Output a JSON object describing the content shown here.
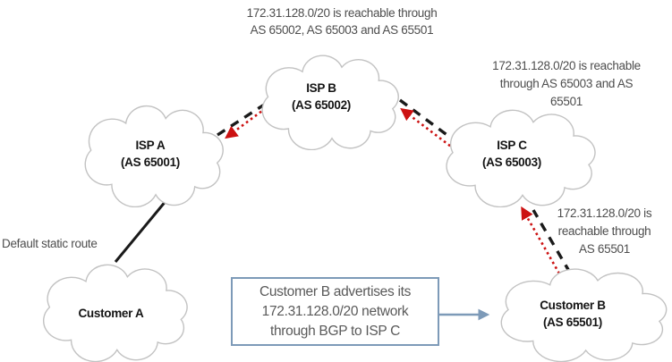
{
  "diagram": {
    "annotations": {
      "top": "172.31.128.0/20 is reachable through\nAS 65002, AS 65003 and AS 65501",
      "isp_c_side": "172.31.128.0/20 is reachable\nthrough AS 65003 and AS\n65501",
      "customer_b_side": "172.31.128.0/20 is\nreachable through\nAS 65501",
      "default_static_route": "Default static route"
    },
    "clouds": {
      "isp_a": {
        "label": "ISP A\n(AS 65001)"
      },
      "isp_b": {
        "label": "ISP B\n(AS 65002)"
      },
      "isp_c": {
        "label": "ISP C\n(AS 65003)"
      },
      "customer_a": {
        "label": "Customer A"
      },
      "customer_b": {
        "label": "Customer B\n(AS 65501)"
      }
    },
    "callout": {
      "text": "Customer B advertises its\n172.31.128.0/20 network\nthrough BGP to ISP C"
    },
    "colors": {
      "cloud_outline": "#c2c2c2",
      "link_dashed": "#1a1a1a",
      "link_solid": "#1a1a1a",
      "route_advertisement": "#cc1111",
      "callout_accent": "#7d9ab8",
      "annotation_text": "#4d4d4d",
      "label_text": "#141414"
    }
  }
}
